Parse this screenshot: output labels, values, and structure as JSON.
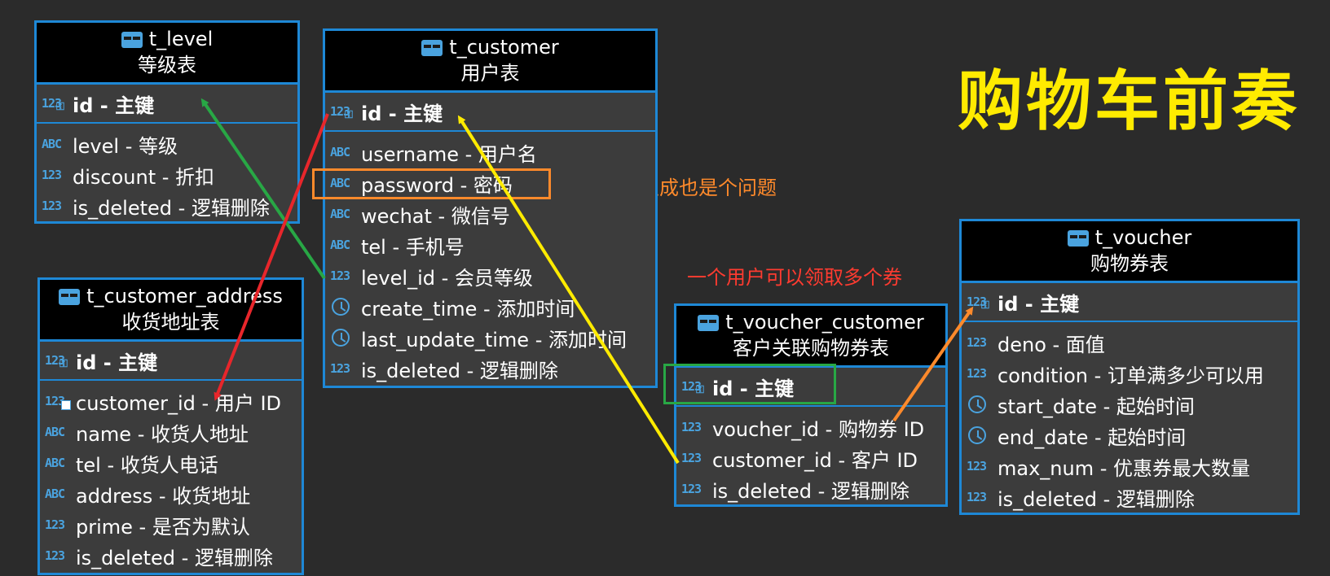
{
  "title": "购物车前奏",
  "notes": {
    "password": "密码生成也是个问题",
    "voucher": "一个用户可以领取多个券"
  },
  "colors": {
    "background": "#2b2b2b",
    "entity_border": "#1e88d6",
    "title": "#ffeb00",
    "note_password": "#ff8a2b",
    "note_voucher": "#ff3b30",
    "arrow_green": "#28a745",
    "arrow_red": "#e8262b",
    "arrow_yellow": "#ffeb00",
    "arrow_orange": "#ff8a2b"
  },
  "entities": {
    "t_level": {
      "name": "t_level",
      "comment": "等级表",
      "pk": {
        "icon": "123",
        "label": "id - 主键"
      },
      "columns": [
        {
          "icon": "ABC",
          "label": "level - 等级"
        },
        {
          "icon": "123",
          "label": "discount - 折扣"
        },
        {
          "icon": "123",
          "label": "is_deleted - 逻辑删除"
        }
      ]
    },
    "t_customer": {
      "name": "t_customer",
      "comment": "用户表",
      "pk": {
        "icon": "123",
        "label": "id - 主键"
      },
      "columns": [
        {
          "icon": "ABC",
          "label": "username - 用户名"
        },
        {
          "icon": "ABC",
          "label": "password - 密码"
        },
        {
          "icon": "ABC",
          "label": "wechat - 微信号"
        },
        {
          "icon": "ABC",
          "label": "tel - 手机号"
        },
        {
          "icon": "123",
          "label": "level_id - 会员等级"
        },
        {
          "icon": "clock",
          "label": "create_time - 添加时间"
        },
        {
          "icon": "clock",
          "label": "last_update_time - 添加时间"
        },
        {
          "icon": "123",
          "label": "is_deleted - 逻辑删除"
        }
      ]
    },
    "t_customer_address": {
      "name": "t_customer_address",
      "comment": "收货地址表",
      "pk": {
        "icon": "123",
        "label": "id - 主键"
      },
      "columns": [
        {
          "icon": "123",
          "label": "customer_id - 用户 ID"
        },
        {
          "icon": "ABC",
          "label": "name - 收货人地址"
        },
        {
          "icon": "ABC",
          "label": "tel - 收货人电话"
        },
        {
          "icon": "ABC",
          "label": "address - 收货地址"
        },
        {
          "icon": "123",
          "label": "prime - 是否为默认"
        },
        {
          "icon": "123",
          "label": "is_deleted - 逻辑删除"
        }
      ]
    },
    "t_voucher_customer": {
      "name": "t_voucher_customer",
      "comment": "客户关联购物券表",
      "pk": {
        "icon": "123",
        "label": "id - 主键"
      },
      "columns": [
        {
          "icon": "123",
          "label": "voucher_id - 购物券 ID"
        },
        {
          "icon": "123",
          "label": "customer_id - 客户 ID"
        },
        {
          "icon": "123",
          "label": "is_deleted - 逻辑删除"
        }
      ]
    },
    "t_voucher": {
      "name": "t_voucher",
      "comment": "购物券表",
      "pk": {
        "icon": "123",
        "label": "id - 主键"
      },
      "columns": [
        {
          "icon": "123",
          "label": "deno - 面值"
        },
        {
          "icon": "123",
          "label": "condition - 订单满多少可以用"
        },
        {
          "icon": "clock",
          "label": "start_date - 起始时间"
        },
        {
          "icon": "clock",
          "label": "end_date - 起始时间"
        },
        {
          "icon": "123",
          "label": "max_num - 优惠券最大数量"
        },
        {
          "icon": "123",
          "label": "is_deleted - 逻辑删除"
        }
      ]
    }
  },
  "relations": [
    {
      "from": "t_customer.level_id",
      "to": "t_level.id",
      "color": "green"
    },
    {
      "from": "t_customer.id",
      "to": "t_customer_address.customer_id",
      "color": "red"
    },
    {
      "from": "t_voucher_customer.customer_id",
      "to": "t_customer.id",
      "color": "yellow"
    },
    {
      "from": "t_voucher_customer.voucher_id",
      "to": "t_voucher.id",
      "color": "orange"
    }
  ]
}
